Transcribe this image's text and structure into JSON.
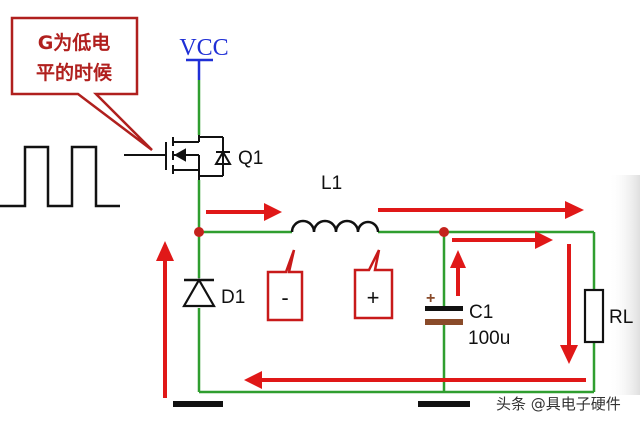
{
  "callout": {
    "line1": "G为低电",
    "line2": "平的时候"
  },
  "labels": {
    "vcc": "VCC",
    "q1": "Q1",
    "l1": "L1",
    "d1": "D1",
    "c1": "C1",
    "c1_value": "100u",
    "rl": "RL",
    "minus": "-",
    "plus": "+",
    "cap_plus": "+"
  },
  "watermark": {
    "text": "头条 @具电子硬件"
  },
  "colors": {
    "wire_green": "#2f9e2f",
    "vcc_blue": "#1f2fd6",
    "arrow_red": "#e01818",
    "callout_border": "#b0201e",
    "callout_text": "#b0201e",
    "node_red": "#c4221c"
  }
}
